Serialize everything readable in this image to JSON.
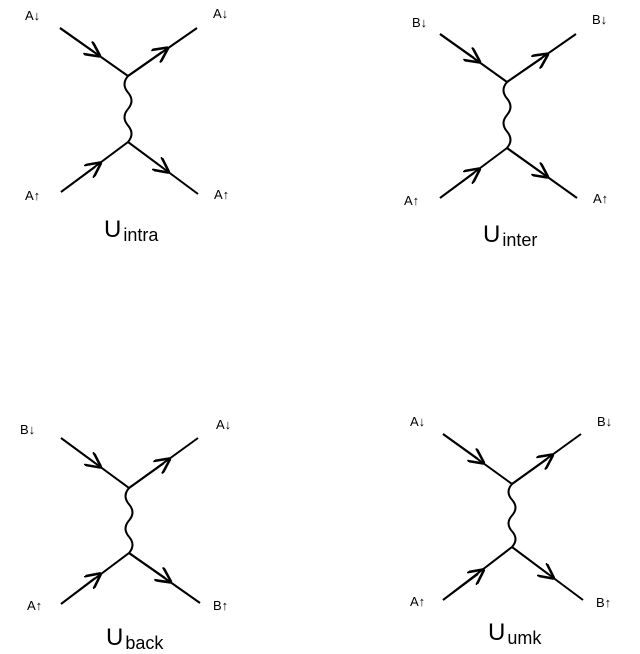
{
  "diagrams": [
    {
      "labels": {
        "in_top": "A↓",
        "out_top": "A↓",
        "in_bottom": "A↑",
        "out_bottom": "A↑"
      },
      "caption_main": "U",
      "caption_sub": "intra"
    },
    {
      "labels": {
        "in_top": "B↓",
        "out_top": "B↓",
        "in_bottom": "A↑",
        "out_bottom": "A↑"
      },
      "caption_main": "U",
      "caption_sub": "inter"
    },
    {
      "labels": {
        "in_top": "B↓",
        "out_top": "A↓",
        "in_bottom": "A↑",
        "out_bottom": "B↑"
      },
      "caption_main": "U",
      "caption_sub": "back"
    },
    {
      "labels": {
        "in_top": "A↓",
        "out_top": "B↓",
        "in_bottom": "A↑",
        "out_bottom": "B↑"
      },
      "caption_main": "U",
      "caption_sub": "umk"
    }
  ]
}
